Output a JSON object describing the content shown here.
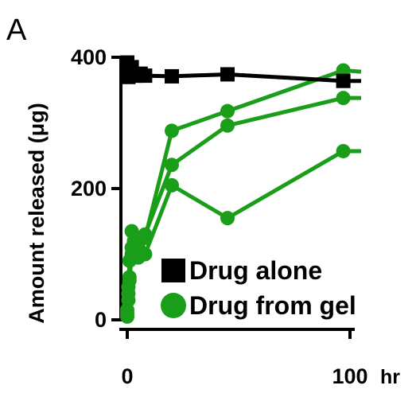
{
  "panel_label": "A",
  "chart_data": {
    "type": "line",
    "title": "",
    "xlabel": "hr",
    "ylabel": "Amount released (μg)",
    "xlim": [
      0,
      100
    ],
    "ylim": [
      0,
      400
    ],
    "x_ticks": [
      {
        "value": 0,
        "label": "0"
      },
      {
        "value": 100,
        "label": "100"
      }
    ],
    "x_unit_label": "hr",
    "y_ticks": [
      {
        "value": 0,
        "label": "0"
      },
      {
        "value": 200,
        "label": "200"
      },
      {
        "value": 400,
        "label": "400"
      }
    ],
    "grid": false,
    "legend_position": "bottom-right",
    "series": [
      {
        "name": "Drug alone",
        "marker": "square",
        "color": "#000000",
        "points": [
          {
            "x": 0,
            "y": 392
          },
          {
            "x": 0.5,
            "y": 370
          },
          {
            "x": 1,
            "y": 378
          },
          {
            "x": 2,
            "y": 385
          },
          {
            "x": 4,
            "y": 372
          },
          {
            "x": 6,
            "y": 375
          },
          {
            "x": 8,
            "y": 372
          },
          {
            "x": 20,
            "y": 371
          },
          {
            "x": 45,
            "y": 374
          },
          {
            "x": 97,
            "y": 364
          },
          {
            "x": 105,
            "y": 364
          }
        ]
      },
      {
        "name": "Drug from gel",
        "marker": "circle",
        "color": "#1a9e1a",
        "points": [
          {
            "x": 0,
            "y": 5
          },
          {
            "x": 0.5,
            "y": 30
          },
          {
            "x": 1,
            "y": 60
          },
          {
            "x": 2,
            "y": 100
          },
          {
            "x": 3,
            "y": 120
          },
          {
            "x": 5,
            "y": 110
          },
          {
            "x": 8,
            "y": 125
          },
          {
            "x": 20,
            "y": 288
          },
          {
            "x": 45,
            "y": 318
          },
          {
            "x": 97,
            "y": 380
          },
          {
            "x": 105,
            "y": 378
          }
        ]
      },
      {
        "name": "",
        "marker": "circle",
        "color": "#1a9e1a",
        "points": [
          {
            "x": 0,
            "y": 10
          },
          {
            "x": 0.5,
            "y": 40
          },
          {
            "x": 1,
            "y": 65
          },
          {
            "x": 2,
            "y": 110
          },
          {
            "x": 3,
            "y": 95
          },
          {
            "x": 5,
            "y": 105
          },
          {
            "x": 8,
            "y": 130
          },
          {
            "x": 20,
            "y": 236
          },
          {
            "x": 45,
            "y": 296
          },
          {
            "x": 97,
            "y": 338
          },
          {
            "x": 105,
            "y": 338
          }
        ]
      },
      {
        "name": "",
        "marker": "circle",
        "color": "#1a9e1a",
        "points": [
          {
            "x": 0,
            "y": 15
          },
          {
            "x": 0.5,
            "y": 50
          },
          {
            "x": 1,
            "y": 90
          },
          {
            "x": 2,
            "y": 135
          },
          {
            "x": 3,
            "y": 100
          },
          {
            "x": 5,
            "y": 95
          },
          {
            "x": 8,
            "y": 100
          },
          {
            "x": 20,
            "y": 205
          },
          {
            "x": 45,
            "y": 155
          },
          {
            "x": 97,
            "y": 257
          },
          {
            "x": 105,
            "y": 257
          }
        ]
      }
    ]
  }
}
